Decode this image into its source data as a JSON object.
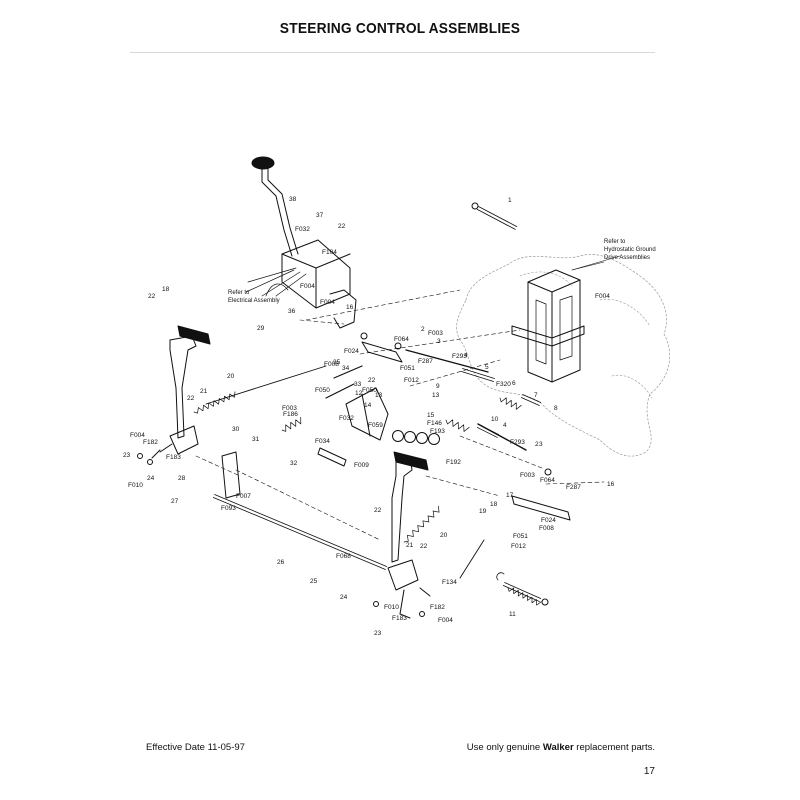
{
  "page": {
    "title": "STEERING CONTROL ASSEMBLIES",
    "footer_left": "Effective Date 11-05-97",
    "footer_right_prefix": "Use only genuine ",
    "footer_right_brand": "Walker",
    "footer_right_suffix": " replacement parts.",
    "page_number": "17"
  },
  "notes": {
    "electrical_line1": "Refer to",
    "electrical_line2": "Electrical Assembly",
    "hydro_line1": "Refer to",
    "hydro_line2": "Hydrostatic Ground",
    "hydro_line3": "Drive Assemblies"
  },
  "callouts": [
    "38",
    "37",
    "22",
    "F032",
    "F104",
    "F004",
    "36",
    "F004",
    "16",
    "1",
    "F004",
    "18",
    "22",
    "29",
    "20",
    "21",
    "22",
    "F004",
    "F182",
    "23",
    "F183",
    "28",
    "24",
    "F010",
    "30",
    "31",
    "F003",
    "F186",
    "32",
    "35",
    "34",
    "33",
    "22",
    "F050",
    "F008",
    "F050",
    "F024",
    "F064",
    "2",
    "F003",
    "3",
    "F287",
    "F051",
    "F012",
    "4",
    "F293",
    "5",
    "F320",
    "6",
    "7",
    "8",
    "12",
    "13",
    "14",
    "F032",
    "F059",
    "F034",
    "F009",
    "9",
    "13",
    "15",
    "F146",
    "F193",
    "F192",
    "10",
    "4",
    "F293",
    "3",
    "2",
    "F003",
    "F064",
    "17",
    "F287",
    "16",
    "F024",
    "F008",
    "F051",
    "F012",
    "27",
    "F007",
    "F093",
    "26",
    "18",
    "22",
    "20",
    "21",
    "22",
    "F068",
    "19",
    "25",
    "F134",
    "24",
    "F010",
    "F183",
    "23",
    "F182",
    "F004",
    "11"
  ],
  "colors": {
    "ink": "#111111",
    "rule": "#d8d8d8",
    "ghost": "#999999"
  }
}
